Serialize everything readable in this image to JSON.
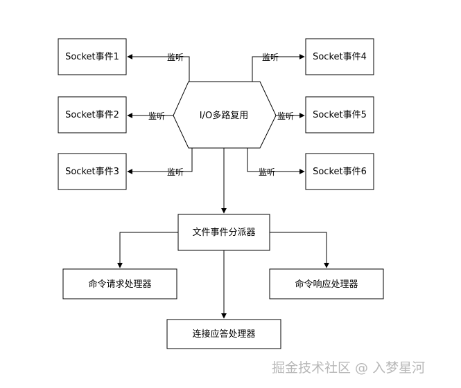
{
  "nodes": {
    "io_multiplexing": "I/O多路复用",
    "socket_1": "Socket事件1",
    "socket_2": "Socket事件2",
    "socket_3": "Socket事件3",
    "socket_4": "Socket事件4",
    "socket_5": "Socket事件5",
    "socket_6": "Socket事件6",
    "dispatcher": "文件事件分派器",
    "command_request_handler": "命令请求处理器",
    "command_reply_handler": "命令响应处理器",
    "connect_accept_handler": "连接应答处理器"
  },
  "edge_labels": {
    "to_socket_1": "监听",
    "to_socket_2": "监听",
    "to_socket_3": "监听",
    "to_socket_4": "监听",
    "to_socket_5": "监听",
    "to_socket_6": "监听"
  },
  "watermark": "掘金技术社区 @ 入梦星河"
}
